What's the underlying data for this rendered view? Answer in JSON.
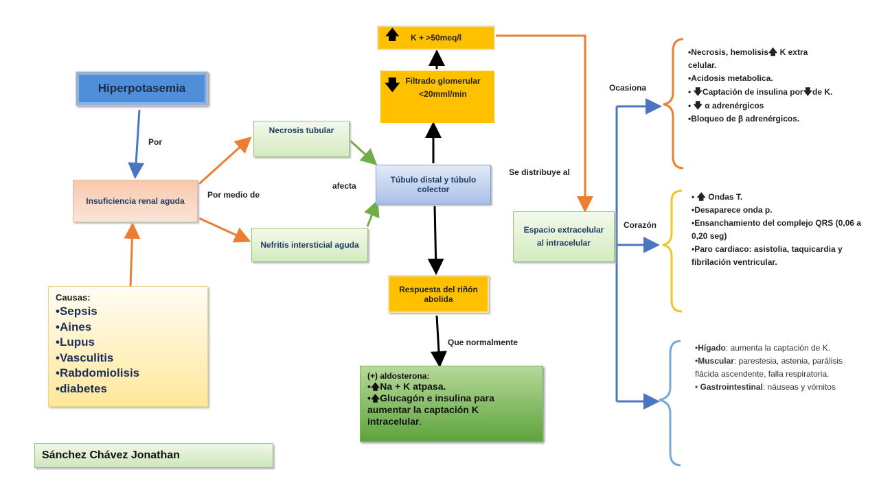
{
  "title": "Hiperpotasemia",
  "nodes": {
    "insuficiencia": "Insuficiencia renal aguda",
    "necrosis_tubular": "Necrosis tubular",
    "nefritis": "Nefritis intersticial aguda",
    "tubulo": "Túbulo distal y túbulo colector",
    "filtrado": "Filtrado glomerular <20mml/min",
    "potasio": "K + >50meq/l",
    "respuesta": "Respuesta del riñón abolida",
    "espacio": "Espacio extracelular al intracelular"
  },
  "labels": {
    "por": "Por",
    "por_medio": "Por medio de",
    "afecta": "afecta",
    "se_distribuye": "Se distribuye al",
    "que_normalmente": "Que normalmente",
    "ocasiona": "Ocasiona",
    "corazon": "Corazón"
  },
  "causas": {
    "heading": "Causas:",
    "items": [
      "Sepsis",
      "Aines",
      "Lupus",
      "Vasculitis",
      "Rabdomiolisis",
      "diabetes"
    ]
  },
  "aldosterona": {
    "heading": "(+) aldosterona:",
    "item1": "Na  + K atpasa.",
    "item2": "Glucagón  e insulina para aumentar la captación K intracelular"
  },
  "ocasiona_list": {
    "i1a": "Necrosis, hemolisis",
    "i1b": " K extra celular.",
    "i2": "Acidosis metabolica.",
    "i3a": "Captación de insulina por",
    "i3b": "de K.",
    "i4": " α adrenérgicos",
    "i5": "Bloqueo de β adrenérgicos."
  },
  "corazon_list": {
    "i1": " Ondas T.",
    "i2": "Desaparece onda p.",
    "i3": "Ensanchamiento del complejo QRS (0,06 a 0,20 seg)",
    "i4": "Paro cardiaco: asistolia, taquicardia y fibrilación ventricular."
  },
  "organos_list": {
    "higado_label": "Hígado",
    "higado_text": ": aumenta la captación de K.",
    "muscular_label": "Muscular",
    "muscular_text": ": parestesia, astenia, parálisis flácida ascendente, falla respiratoria.",
    "gastro_label": " Gastrointestinal",
    "gastro_text": ":  náuseas y vómitos"
  },
  "author": "Sánchez Chávez Jonathan",
  "colors": {
    "blue": "#4a76c1",
    "orange": "#ed7d31",
    "green": "#70ad47",
    "yellow": "#ffc000",
    "light_blue": "#78a9d6"
  }
}
